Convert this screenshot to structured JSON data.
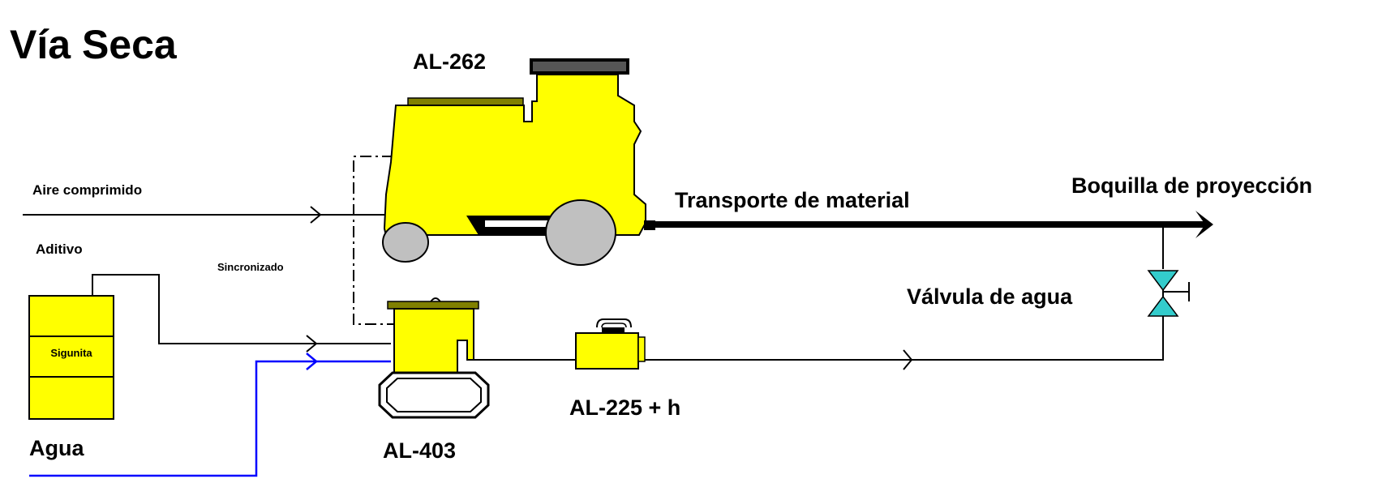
{
  "diagram": {
    "title": "Vía Seca",
    "machines": {
      "main_unit": "AL-262",
      "dosing_unit": "AL-403",
      "pump_unit": "AL-225 + h"
    },
    "labels": {
      "compressed_air": "Aire comprimido",
      "additive": "Aditivo",
      "synchronized": "Sincronizado",
      "water": "Agua",
      "material_transport": "Transporte de material",
      "nozzle": "Boquilla de proyección",
      "water_valve": "Válvula de agua"
    },
    "tank_label": "Sigunita",
    "colors": {
      "machine_fill": "#ffff00",
      "water_line": "#0000ff",
      "valve_fill": "#33cccc",
      "wheel_fill": "#c0c0c0",
      "hatch_fill": "#808000"
    }
  }
}
